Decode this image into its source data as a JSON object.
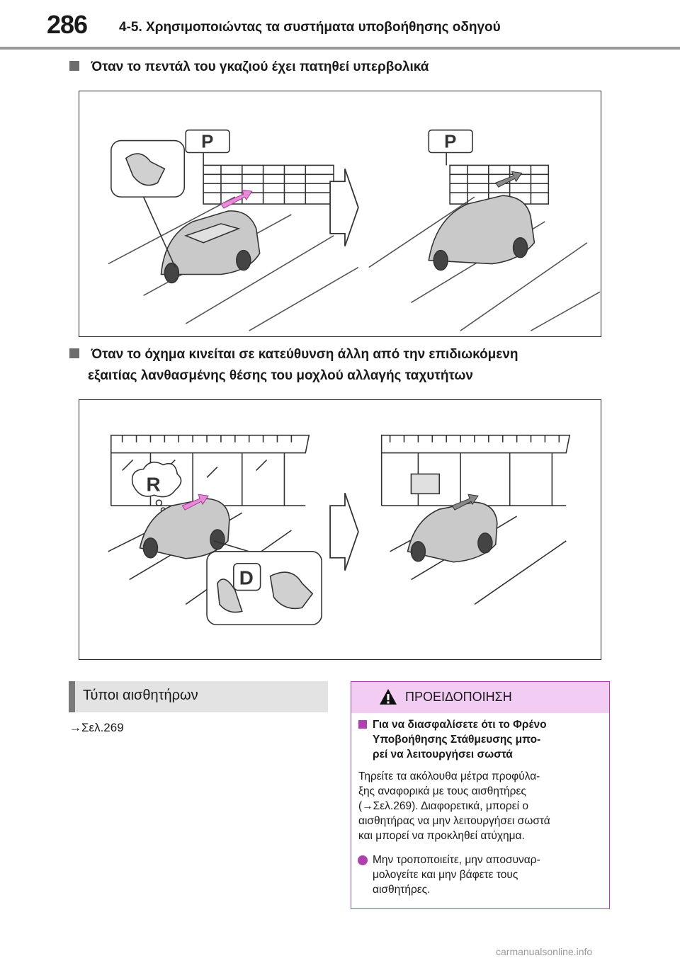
{
  "header": {
    "page_number": "286",
    "section_title": "4-5. Χρησιμοποιώντας τα συστήματα υποβοήθησης οδηγού"
  },
  "section1": {
    "heading": "Όταν το πεντάλ του γκαζιού έχει πατηθεί υπερβολικά",
    "figure": {
      "sign_letter_1": "P",
      "sign_letter_2": "P"
    }
  },
  "section2": {
    "heading_line1": "Όταν το όχημα κινείται σε κατεύθυνση άλλη από την επιδιωκόμενη",
    "heading_line2": "εξαιτίας λανθασμένης θέσης του μοχλού αλλαγής ταχυτήτων",
    "figure": {
      "thought_letter": "R",
      "gear_letter": "D"
    }
  },
  "sensors": {
    "title": "Τύποι αισθητήρων",
    "ref_arrow": "→",
    "ref_text": "Σελ.269"
  },
  "warning": {
    "title": "ΠΡΟΕΙΔΟΠΟΙΗΣΗ",
    "bullet_heading_l1": "Για να διασφαλίσετε ότι το Φρένο",
    "bullet_heading_l2": "Υποβοήθησης Στάθμευσης μπο-",
    "bullet_heading_l3": "ρεί να λειτουργήσει σωστά",
    "p1": "Τηρείτε τα ακόλουθα μέτρα προφύλα-",
    "p2": "ξης αναφορικά με τους αισθητήρες",
    "p3": "(→Σελ.269). Διαφορετικά, μπορεί ο",
    "p4": "αισθητήρας να μην λειτουργήσει σωστά",
    "p5": "και μπορεί να προκληθεί ατύχημα.",
    "b1": "Μην τροποποιείτε, μην αποσυναρ-",
    "b2": "μολογείτε και μην βάφετε τους",
    "b3": "αισθητήρες."
  },
  "watermark": "carmanualsonline.info",
  "colors": {
    "accent": "#b040b0",
    "warning_head": "#f3ccf3",
    "arrow_pink": "#e88ad8"
  }
}
